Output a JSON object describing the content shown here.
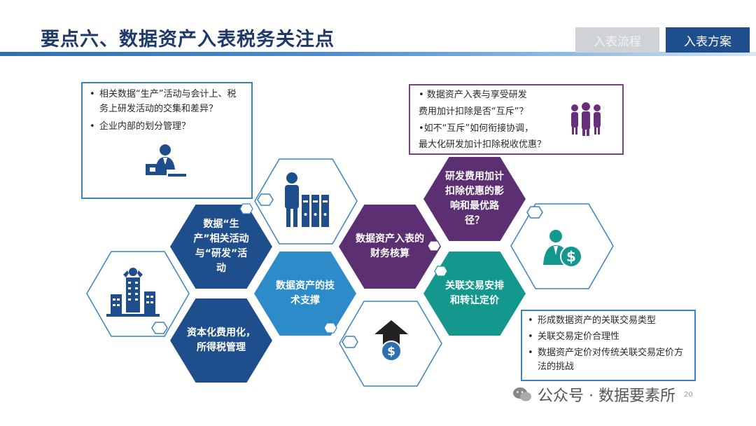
{
  "header": {
    "title": "要点六、数据资产入表税务关注点",
    "tabs": [
      {
        "label": "入表流程"
      },
      {
        "label": "入表方案"
      }
    ]
  },
  "boxes": {
    "top_left": {
      "items": [
        "相关数据“生产”活动与会计上、税务上研发活动的交集和差异？",
        "企业内部的划分管理？"
      ],
      "icon": "businessman-laptop-icon"
    },
    "top_right": {
      "lines": [
        "•  数据资产入表与享受研发",
        "费用加计扣除是否“互斥”？",
        "•如不“互斥”如何衔接协调，",
        "最大化研发加计扣除税收优惠？"
      ],
      "icon": "team-people-icon"
    },
    "bottom_right": {
      "items": [
        "形成数据资产的关联交易类型",
        "关联交易定价合理性",
        "数据资产定价对传统关联交易定价方法的挑战"
      ]
    }
  },
  "hexagons": [
    {
      "label": "数据“生产”相关活动与“研发”活动",
      "color": "#1f4e8c"
    },
    {
      "label": "数据资产的技术支撑",
      "color": "#2e8bc9"
    },
    {
      "label": "资本化费用化，所得税管理",
      "color": "#1f4e8c"
    },
    {
      "label": "数据资产入表的财务核算",
      "color": "#5b2f72"
    },
    {
      "label": "研发费用加计扣除优惠的影响和最优路径？",
      "color": "#5b2f72"
    },
    {
      "label": "关联交易安排和转让定价",
      "color": "#14988e"
    }
  ],
  "icons": {
    "stress": "stressed-person-buildings-icon",
    "files": "person-with-files-icon",
    "dollar_up": "dollar-arrow-up-icon",
    "money_person": "businessman-dollar-icon"
  },
  "watermark": {
    "text": "公众号 · 数据要素所"
  },
  "page_number": "20",
  "colors": {
    "navy": "#1f4e8c",
    "blue": "#2e8bc9",
    "purple": "#5b2f72",
    "teal": "#14988e",
    "outline_blue": "#3a82c2",
    "outline_purple": "#7a3f87"
  }
}
